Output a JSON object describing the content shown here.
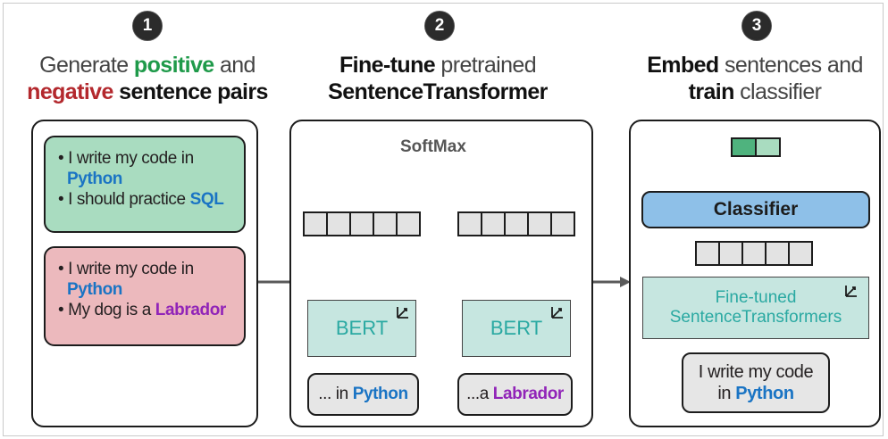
{
  "steps": [
    {
      "number": "1",
      "title": {
        "pre": "Generate ",
        "positive": "positive",
        "mid": " and",
        "negative": "negative",
        "post": " sentence pairs"
      },
      "positive_pair": {
        "line1_a": "I write my code in",
        "line1_b": "Python",
        "line2_a": "I should practice ",
        "line2_b": "SQL"
      },
      "negative_pair": {
        "line1_a": "I write my code in",
        "line1_b": "Python",
        "line2_a": "My dog is a ",
        "line2_b": "Labrador"
      }
    },
    {
      "number": "2",
      "title": {
        "bold1": "Fine-tune",
        "rest1": " pretrained",
        "line2": "SentenceTransformer"
      },
      "softmax_label": "SoftMax",
      "model_left": "BERT",
      "model_right": "BERT",
      "input_left": {
        "pre": "... in ",
        "word": "Python"
      },
      "input_right": {
        "pre": "...a ",
        "word": "Labrador"
      }
    },
    {
      "number": "3",
      "title": {
        "bold1": "Embed",
        "rest1": " sentences and",
        "bold2": "train",
        "rest2": " classifier"
      },
      "classifier_label": "Classifier",
      "model_label": "Fine-tuned SentenceTransformers",
      "model_line1": "Fine-tuned",
      "model_line2": "SentenceTransformers",
      "input": {
        "line1": "I write my code",
        "line2_pre": "in ",
        "line2_word": "Python"
      }
    }
  ],
  "colors": {
    "positive": "#1f9a4a",
    "negative": "#b3282d",
    "keyword_blue": "#1a74c4",
    "keyword_purple": "#9124b8",
    "green_card": "#a9dcc0",
    "red_card": "#ecb9bd",
    "model_fill": "#c6e6e0",
    "classifier_fill": "#8ec0e8",
    "output_dark": "#4fb37e",
    "output_light": "#a9dcc0"
  },
  "icons": [
    "number-1-badge",
    "number-2-badge",
    "number-3-badge",
    "fine-tune-icon",
    "arrow-up-icon",
    "arrow-right-icon"
  ]
}
